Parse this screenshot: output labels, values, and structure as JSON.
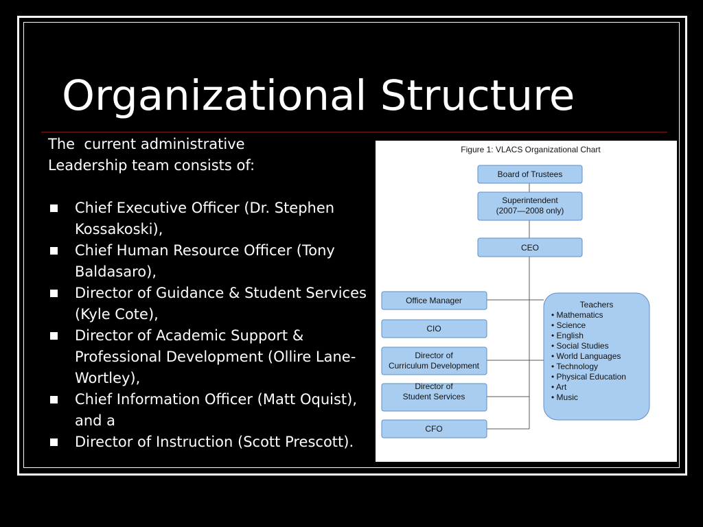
{
  "slide": {
    "title": "Organizational Structure",
    "intro": "The  current administrative\nLeadership team consists of:",
    "bullets": [
      "Chief Executive Officer (Dr. Stephen Kossakoski),",
      "Chief Human Resource Officer (Tony Baldasaro),",
      "Director of Guidance & Student Services (Kyle Cote),",
      "Director of Academic Support & Professional Development (Ollire Lane-Wortley),",
      "Chief Information Officer (Matt Oquist), and a",
      "Director of Instruction (Scott Prescott)."
    ]
  },
  "figure": {
    "caption": "Figure 1:  VLACS Organizational Chart",
    "box_color": "#a9cdf0",
    "box_border": "#5b8fc7",
    "nodes": {
      "board": "Board of Trustees",
      "superintendent_line1": "Superintendent",
      "superintendent_line2": "(2007—2008 only)",
      "ceo": "CEO",
      "office_manager": "Office Manager",
      "cio": "CIO",
      "curriculum_line1": "Director of",
      "curriculum_line2": "Curriculum Development",
      "student_line1": "Director of",
      "student_line2": "Student Services",
      "cfo": "CFO",
      "teachers": "Teachers"
    },
    "teacher_subjects": [
      "Mathematics",
      "Science",
      "English",
      "Social Studies",
      "World Languages",
      "Technology",
      "Physical Education",
      "Art",
      "Music"
    ]
  }
}
